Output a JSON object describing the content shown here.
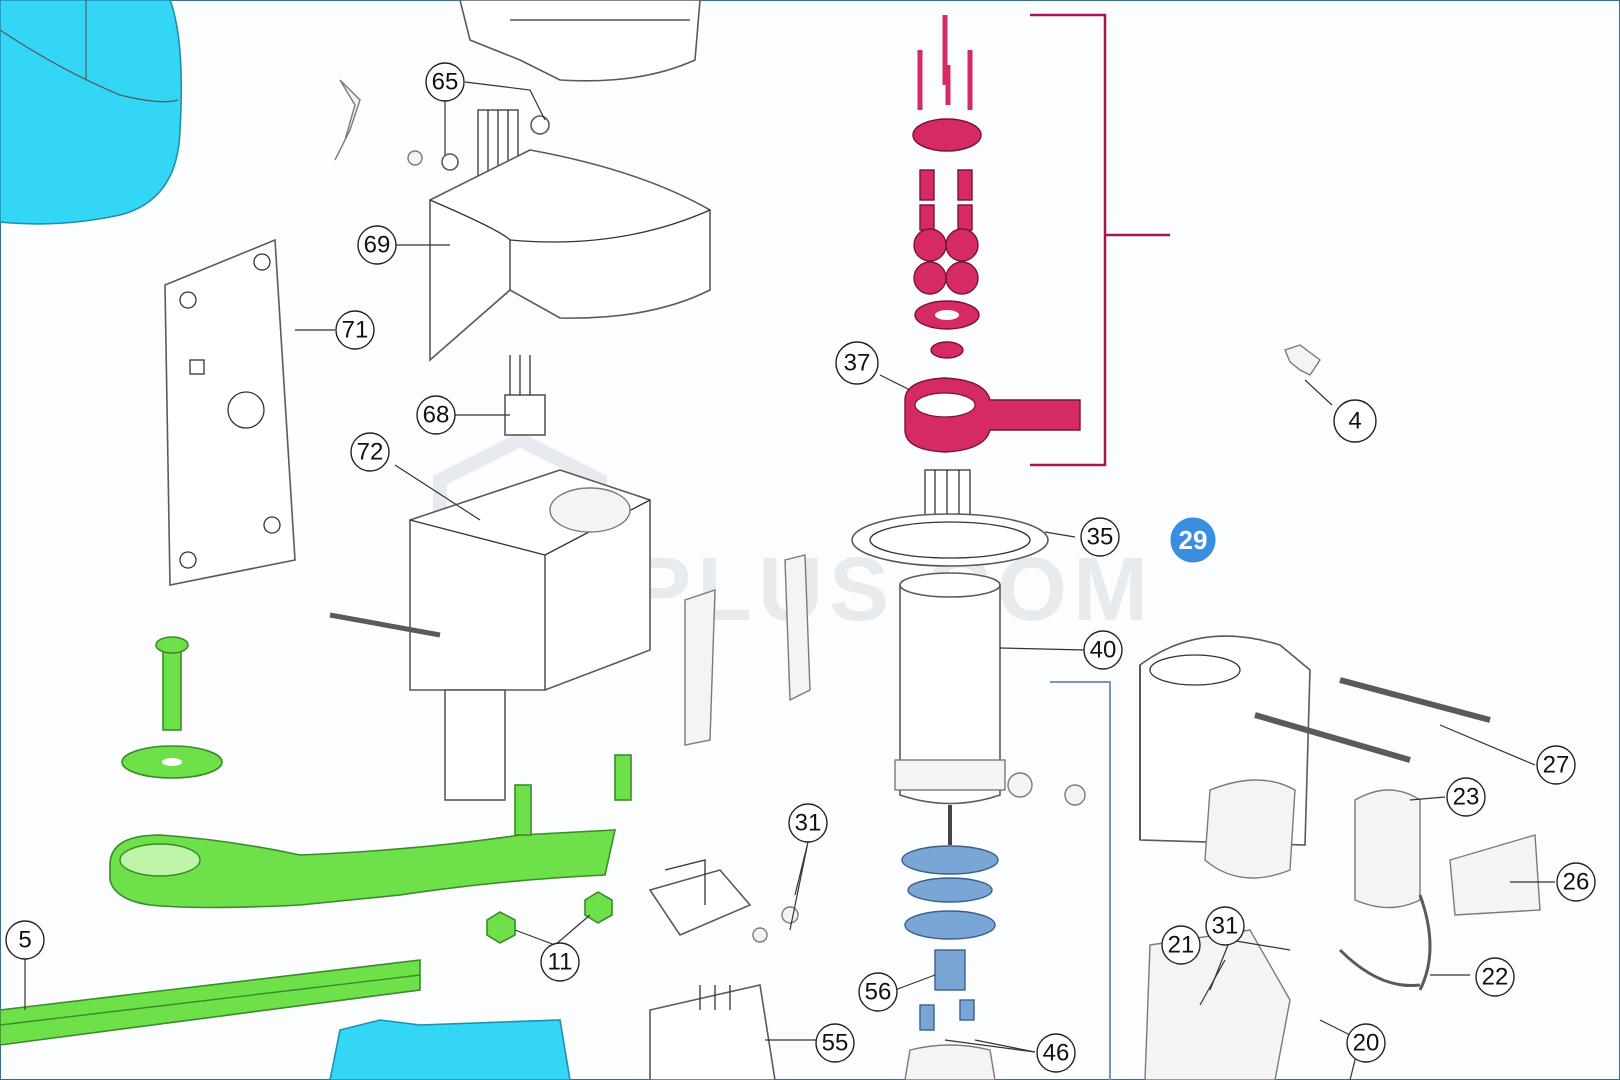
{
  "watermark": {
    "text": "IPLUS.COM"
  },
  "badge": {
    "label": "29",
    "color": "#3a8ee0"
  },
  "colors": {
    "highlight_pink": "#d62a64",
    "highlight_green": "#6ee04a",
    "highlight_cyan": "#34d6f5",
    "highlight_blue": "#7aa6d6",
    "bracket": "#a3164e"
  },
  "callouts": [
    {
      "label": "65"
    },
    {
      "label": "69"
    },
    {
      "label": "71"
    },
    {
      "label": "68"
    },
    {
      "label": "72"
    },
    {
      "label": "37"
    },
    {
      "label": "4"
    },
    {
      "label": "35"
    },
    {
      "label": "40"
    },
    {
      "label": "27"
    },
    {
      "label": "23"
    },
    {
      "label": "26"
    },
    {
      "label": "31"
    },
    {
      "label": "5"
    },
    {
      "label": "11"
    },
    {
      "label": "56"
    },
    {
      "label": "55"
    },
    {
      "label": "46"
    },
    {
      "label": "21"
    },
    {
      "label": "31"
    },
    {
      "label": "22"
    },
    {
      "label": "20"
    }
  ]
}
